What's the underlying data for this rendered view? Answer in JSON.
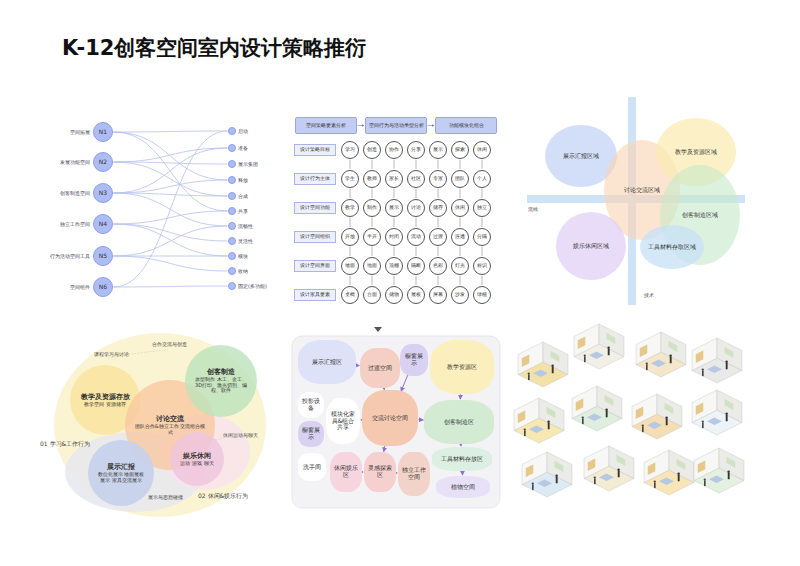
{
  "diagram": {
    "title": "K-12创客空间室内设计策略推衍",
    "nodes": [
      {
        "text": [
          "空间拓展",
          "N1"
        ]
      },
      {
        "text": [
          "发展功能空间",
          "N2"
        ]
      },
      {
        "text": [
          "创客制造空间",
          "N3"
        ]
      },
      {
        "text": [
          "独立工作空间",
          "N4"
        ]
      },
      {
        "text": [
          "行为活动空间工具",
          "N5"
        ]
      },
      {
        "text": [
          "空间组件",
          "N6"
        ]
      },
      {
        "text": [
          "启动"
        ]
      },
      {
        "text": [
          "准备"
        ]
      },
      {
        "text": [
          "展示集团"
        ]
      },
      {
        "text": [
          "释放"
        ]
      },
      {
        "text": [
          "合成"
        ]
      },
      {
        "text": [
          "共享"
        ]
      },
      {
        "text": [
          "流畅性"
        ]
      },
      {
        "text": [
          "灵活性"
        ]
      },
      {
        "text": [
          "模块"
        ]
      },
      {
        "text": [
          "收纳"
        ]
      },
      {
        "text": [
          "固定(多功能)"
        ]
      },
      {
        "text": [
          "空间策略要素分析"
        ]
      },
      {
        "text": [
          "空间行为与活动类型分析"
        ]
      },
      {
        "text": [
          "功能模块化组合"
        ]
      },
      {
        "text": [
          "设计策略目标"
        ]
      },
      {
        "text": [
          "学习"
        ]
      },
      {
        "text": [
          "创造"
        ]
      },
      {
        "text": [
          "协作"
        ]
      },
      {
        "text": [
          "分享"
        ]
      },
      {
        "text": [
          "展示"
        ]
      },
      {
        "text": [
          "探索"
        ]
      },
      {
        "text": [
          "休闲"
        ]
      },
      {
        "text": [
          "设计行为主体"
        ]
      },
      {
        "text": [
          "学生"
        ]
      },
      {
        "text": [
          "教师"
        ]
      },
      {
        "text": [
          "家长"
        ]
      },
      {
        "text": [
          "社区"
        ]
      },
      {
        "text": [
          "专家"
        ]
      },
      {
        "text": [
          "团队"
        ]
      },
      {
        "text": [
          "个人"
        ]
      },
      {
        "text": [
          "设计空间功能"
        ]
      },
      {
        "text": [
          "教学"
        ]
      },
      {
        "text": [
          "制作"
        ]
      },
      {
        "text": [
          "展示"
        ]
      },
      {
        "text": [
          "讨论"
        ]
      },
      {
        "text": [
          "储存"
        ]
      },
      {
        "text": [
          "休闲"
        ]
      },
      {
        "text": [
          "独立"
        ]
      },
      {
        "text": [
          "设计空间组织"
        ]
      },
      {
        "text": [
          "开放"
        ]
      },
      {
        "text": [
          "半开"
        ]
      },
      {
        "text": [
          "封闭"
        ]
      },
      {
        "text": [
          "流动"
        ]
      },
      {
        "text": [
          "过渡"
        ]
      },
      {
        "text": [
          "连通"
        ]
      },
      {
        "text": [
          "分隔"
        ]
      },
      {
        "text": [
          "设计空间界面"
        ]
      },
      {
        "text": [
          "墙面"
        ]
      },
      {
        "text": [
          "地面"
        ]
      },
      {
        "text": [
          "顶棚"
        ]
      },
      {
        "text": [
          "隔断"
        ]
      },
      {
        "text": [
          "色彩"
        ]
      },
      {
        "text": [
          "灯光"
        ]
      },
      {
        "text": [
          "标识"
        ]
      },
      {
        "text": [
          "设计家具要素"
        ]
      },
      {
        "text": [
          "桌椅"
        ]
      },
      {
        "text": [
          "台面"
        ]
      },
      {
        "text": [
          "储物"
        ]
      },
      {
        "text": [
          "展板"
        ]
      },
      {
        "text": [
          "屏幕"
        ]
      },
      {
        "text": [
          "沙发"
        ]
      },
      {
        "text": [
          "绿植"
        ]
      },
      {
        "text": [
          "展示汇报区域"
        ]
      },
      {
        "text": [
          "讨论交流区域"
        ]
      },
      {
        "text": [
          "教学及资源区域"
        ]
      },
      {
        "text": [
          "创客制造区域"
        ]
      },
      {
        "text": [
          "娱乐休闲区域"
        ]
      },
      {
        "text": [
          "工具材料存取区域"
        ]
      },
      {
        "text": [
          "教学及资源存放",
          "教学空间 资源储存"
        ]
      },
      {
        "text": [
          "讨论交流",
          "团队合作&独立工作 交流组合模式"
        ]
      },
      {
        "text": [
          "创客制造",
          "原型制作 木工、金工、3D打印、激光切割、编程、软件"
        ]
      },
      {
        "text": [
          "展示汇报",
          "数位化展示 墙面展板展示 家具交流展示"
        ]
      },
      {
        "text": [
          "娱乐休闲",
          "运动 游戏 聊天"
        ]
      },
      {
        "text": [
          "展示汇报区"
        ]
      },
      {
        "text": [
          "过渡空间"
        ]
      },
      {
        "text": [
          "橱窗展示"
        ]
      },
      {
        "text": [
          "教学资源区"
        ]
      },
      {
        "text": [
          "投影设备"
        ]
      },
      {
        "text": [
          "橱窗展示"
        ]
      },
      {
        "text": [
          "模块化家具&组合共享"
        ]
      },
      {
        "text": [
          "交流讨论空间"
        ]
      },
      {
        "text": [
          "创客制造区"
        ]
      },
      {
        "text": [
          "工具材料存放区"
        ]
      },
      {
        "text": [
          "洗手间"
        ]
      },
      {
        "text": [
          "休闲娱乐区"
        ]
      },
      {
        "text": [
          "灵感探索区"
        ]
      },
      {
        "text": [
          "独立工作空间"
        ]
      },
      {
        "text": [
          "植物空间"
        ]
      }
    ],
    "edges": [
      {
        "from": 0,
        "to": 6,
        "arrow": "none"
      },
      {
        "from": 0,
        "to": 9,
        "arrow": "none"
      },
      {
        "from": 0,
        "to": 11,
        "arrow": "none"
      },
      {
        "from": 1,
        "to": 7,
        "arrow": "none"
      },
      {
        "from": 1,
        "to": 8,
        "arrow": "none"
      },
      {
        "from": 1,
        "to": 10,
        "arrow": "none"
      },
      {
        "from": 2,
        "to": 7,
        "arrow": "none"
      },
      {
        "from": 2,
        "to": 9,
        "arrow": "none"
      },
      {
        "from": 2,
        "to": 10,
        "arrow": "none"
      },
      {
        "from": 2,
        "to": 12,
        "arrow": "none"
      },
      {
        "from": 3,
        "to": 11,
        "arrow": "none"
      },
      {
        "from": 3,
        "to": 13,
        "arrow": "none"
      },
      {
        "from": 3,
        "to": 14,
        "arrow": "none"
      },
      {
        "from": 4,
        "to": 12,
        "arrow": "none"
      },
      {
        "from": 4,
        "to": 14,
        "arrow": "none"
      },
      {
        "from": 4,
        "to": 15,
        "arrow": "none"
      },
      {
        "from": 5,
        "to": 6,
        "arrow": "none"
      },
      {
        "from": 5,
        "to": 16,
        "arrow": "none"
      },
      {
        "from": 17,
        "to": 18,
        "arrow": "to"
      },
      {
        "from": 18,
        "to": 19,
        "arrow": "to"
      },
      {
        "from": 21,
        "to": 29,
        "arrow": "none"
      },
      {
        "from": 22,
        "to": 30,
        "arrow": "none"
      },
      {
        "from": 23,
        "to": 31,
        "arrow": "none"
      },
      {
        "from": 24,
        "to": 32,
        "arrow": "none"
      },
      {
        "from": 25,
        "to": 33,
        "arrow": "none"
      },
      {
        "from": 26,
        "to": 34,
        "arrow": "none"
      },
      {
        "from": 27,
        "to": 35,
        "arrow": "none"
      },
      {
        "from": 29,
        "to": 37,
        "arrow": "none"
      },
      {
        "from": 30,
        "to": 38,
        "arrow": "none"
      },
      {
        "from": 31,
        "to": 39,
        "arrow": "none"
      },
      {
        "from": 32,
        "to": 40,
        "arrow": "none"
      },
      {
        "from": 33,
        "to": 41,
        "arrow": "none"
      },
      {
        "from": 34,
        "to": 42,
        "arrow": "none"
      },
      {
        "from": 35,
        "to": 43,
        "arrow": "none"
      },
      {
        "from": 37,
        "to": 45,
        "arrow": "none"
      },
      {
        "from": 38,
        "to": 46,
        "arrow": "none"
      },
      {
        "from": 39,
        "to": 47,
        "arrow": "none"
      },
      {
        "from": 40,
        "to": 48,
        "arrow": "none"
      },
      {
        "from": 41,
        "to": 49,
        "arrow": "none"
      },
      {
        "from": 42,
        "to": 50,
        "arrow": "none"
      },
      {
        "from": 43,
        "to": 51,
        "arrow": "none"
      },
      {
        "from": 45,
        "to": 53,
        "arrow": "none"
      },
      {
        "from": 46,
        "to": 54,
        "arrow": "none"
      },
      {
        "from": 47,
        "to": 55,
        "arrow": "none"
      },
      {
        "from": 48,
        "to": 56,
        "arrow": "none"
      },
      {
        "from": 49,
        "to": 57,
        "arrow": "none"
      },
      {
        "from": 50,
        "to": 58,
        "arrow": "none"
      },
      {
        "from": 51,
        "to": 59,
        "arrow": "none"
      },
      {
        "from": 53,
        "to": 61,
        "arrow": "none"
      },
      {
        "from": 54,
        "to": 62,
        "arrow": "none"
      },
      {
        "from": 55,
        "to": 63,
        "arrow": "none"
      },
      {
        "from": 56,
        "to": 64,
        "arrow": "none"
      },
      {
        "from": 57,
        "to": 65,
        "arrow": "none"
      },
      {
        "from": 58,
        "to": 66,
        "arrow": "none"
      },
      {
        "from": 59,
        "to": 67,
        "arrow": "none"
      },
      {
        "from": 79,
        "to": 80,
        "arrow": "to"
      },
      {
        "from": 80,
        "to": 86,
        "arrow": "to"
      },
      {
        "from": 81,
        "to": 86,
        "arrow": "to"
      },
      {
        "from": 82,
        "to": 87,
        "arrow": "to"
      },
      {
        "from": 86,
        "to": 87,
        "arrow": "to"
      },
      {
        "from": 87,
        "to": 88,
        "arrow": "to"
      },
      {
        "from": 86,
        "to": 91,
        "arrow": "to"
      },
      {
        "from": 90,
        "to": 91,
        "arrow": "to"
      },
      {
        "from": 91,
        "to": 92,
        "arrow": "to"
      },
      {
        "from": 88,
        "to": 93,
        "arrow": "to"
      },
      {
        "from": 86,
        "to": 85,
        "arrow": "to"
      }
    ],
    "labels": [
      "流线",
      "技术",
      "课程学习与讨论",
      "合作交流与创造",
      "休闲运动与聊天",
      "展示与思想碰撞",
      "01 学习&工作行为",
      "02 休闲&娱乐行为"
    ]
  }
}
